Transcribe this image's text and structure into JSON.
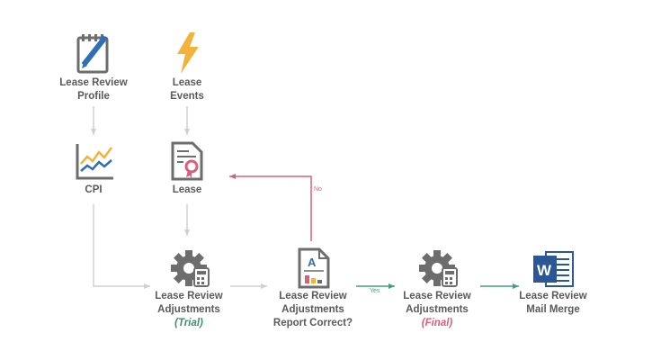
{
  "nodes": {
    "profile": {
      "line1": "Lease Review",
      "line2": "Profile"
    },
    "events": {
      "line1": "Lease",
      "line2": "Events"
    },
    "cpi": {
      "line1": "CPI"
    },
    "lease": {
      "line1": "Lease"
    },
    "trial": {
      "line1": "Lease Review",
      "line2": "Adjustments",
      "line3": "(Trial)"
    },
    "report": {
      "line1": "Lease Review",
      "line2": "Adjustments",
      "line3": "Report Correct?"
    },
    "final": {
      "line1": "Lease Review",
      "line2": "Adjustments",
      "line3": "(Final)"
    },
    "mailmerge": {
      "line1": "Lease Review",
      "line2": "Mail Merge"
    }
  },
  "edges": {
    "no_label": "No",
    "yes_label": "Yes"
  },
  "colors": {
    "trial": "#3e8f6a",
    "final": "#d9607a",
    "no_arrow": "#d9607a",
    "yes_arrow": "#4d9a86",
    "gray_arrow": "#d0d0d0",
    "bolt": "#f0b43c",
    "word": "#2b5797"
  }
}
